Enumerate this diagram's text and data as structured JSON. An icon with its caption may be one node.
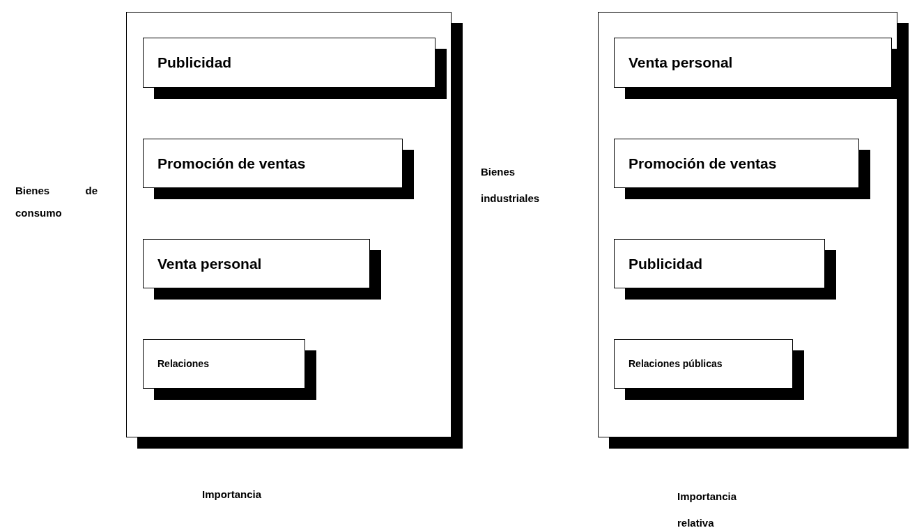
{
  "diagram": {
    "nodes": [
      {
        "text": [],
        "shape": "box"
      },
      {
        "text": [
          "Publicidad"
        ],
        "in": 0
      },
      {
        "text": [
          "Promoción de ventas"
        ],
        "in": 0
      },
      {
        "text": [
          "Venta personal"
        ],
        "in": 0
      },
      {
        "text": [
          "Relaciones"
        ],
        "in": 0
      },
      {
        "text": [],
        "shape": "box"
      },
      {
        "text": [
          "Venta personal"
        ],
        "in": 5
      },
      {
        "text": [
          "Promoción de ventas"
        ],
        "in": 5
      },
      {
        "text": [
          "Publicidad"
        ],
        "in": 5
      },
      {
        "text": [
          "Relaciones públicas"
        ],
        "in": 5
      }
    ],
    "edges": [],
    "labels": [
      "Bienes de consumo",
      "Bienes industriales",
      "Importancia",
      "Importancia relativa"
    ]
  }
}
